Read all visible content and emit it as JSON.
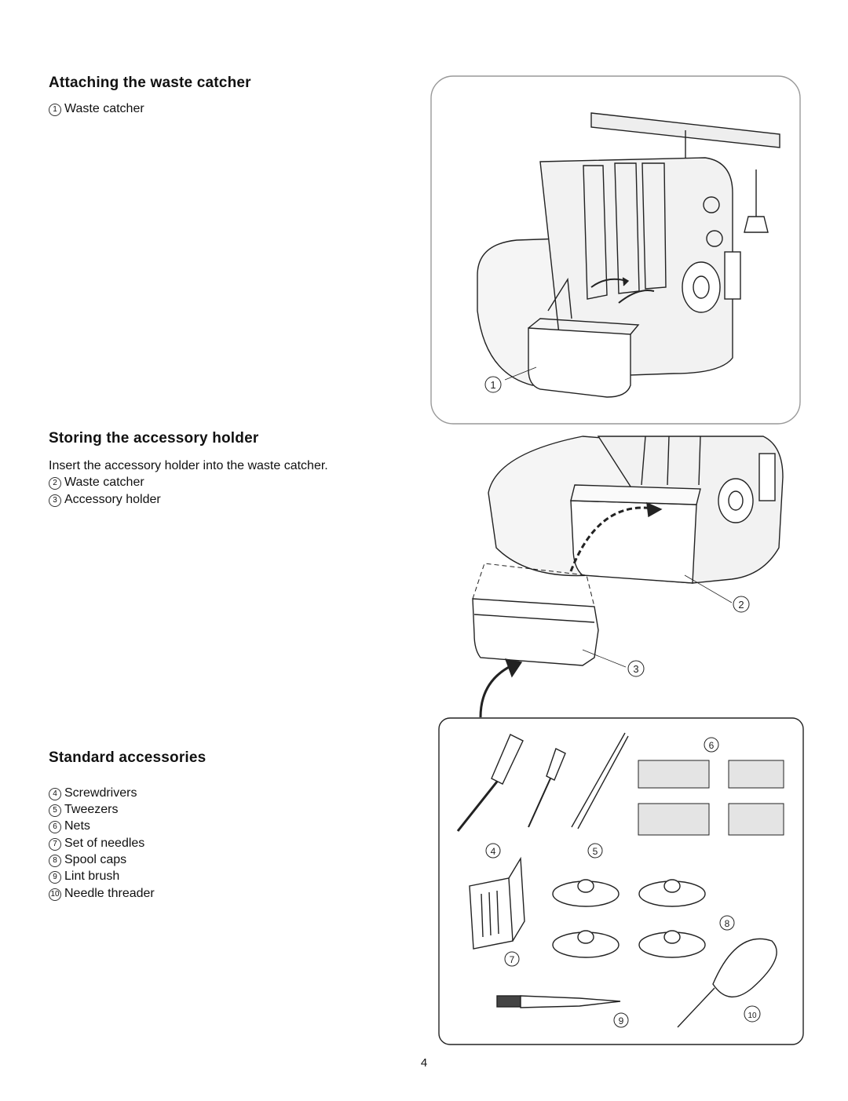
{
  "section1": {
    "title": "Attaching the waste catcher",
    "items": [
      {
        "num": "1",
        "label": "Waste catcher"
      }
    ]
  },
  "section2": {
    "title": "Storing the accessory holder",
    "instruction": "Insert the accessory holder into the waste catcher.",
    "items": [
      {
        "num": "2",
        "label": "Waste catcher"
      },
      {
        "num": "3",
        "label": "Accessory holder"
      }
    ]
  },
  "section3": {
    "title": "Standard accessories",
    "items": [
      {
        "num": "4",
        "label": "Screwdrivers"
      },
      {
        "num": "5",
        "label": "Tweezers"
      },
      {
        "num": "6",
        "label": "Nets"
      },
      {
        "num": "7",
        "label": "Set of needles"
      },
      {
        "num": "8",
        "label": "Spool caps"
      },
      {
        "num": "9",
        "label": "Lint brush"
      },
      {
        "num": "10",
        "label": "Needle threader"
      }
    ]
  },
  "page_number": "4"
}
